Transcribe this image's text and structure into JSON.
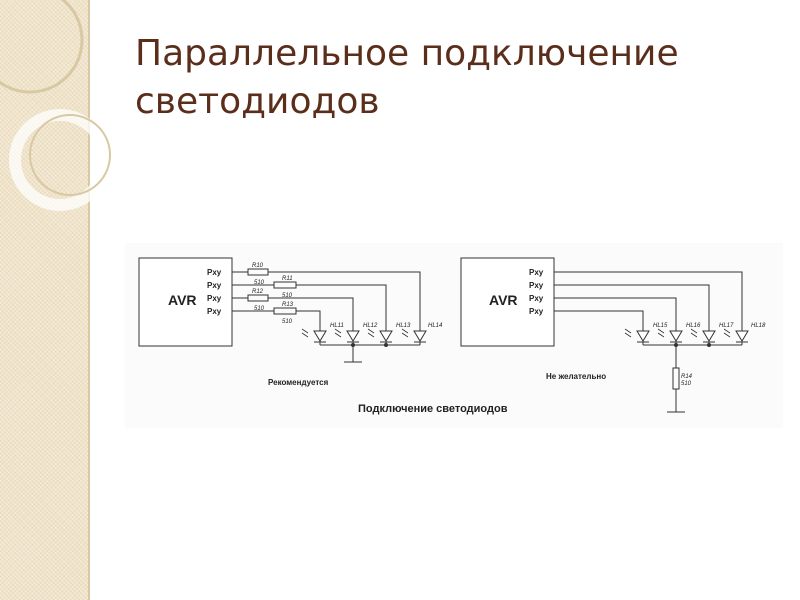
{
  "slide": {
    "title": "Параллельное подключение светодиодов"
  },
  "diagram": {
    "caption": "Подключение светодиодов",
    "left": {
      "mcu_label": "AVR",
      "pins": [
        "Pxy",
        "Pxy",
        "Pxy",
        "Pxy"
      ],
      "resistors": [
        {
          "ref": "R10",
          "value": "510"
        },
        {
          "ref": "R11",
          "value": "510"
        },
        {
          "ref": "R12",
          "value": "510"
        },
        {
          "ref": "R13",
          "value": "510"
        }
      ],
      "leds": [
        "HL11",
        "HL12",
        "HL13",
        "HL14"
      ],
      "note": "Рекомендуется"
    },
    "right": {
      "mcu_label": "AVR",
      "pins": [
        "Pxy",
        "Pxy",
        "Pxy",
        "Pxy"
      ],
      "leds": [
        "HL15",
        "HL16",
        "HL17",
        "HL18"
      ],
      "resistor": {
        "ref": "R14",
        "value": "510"
      },
      "note": "Не желательно"
    }
  }
}
